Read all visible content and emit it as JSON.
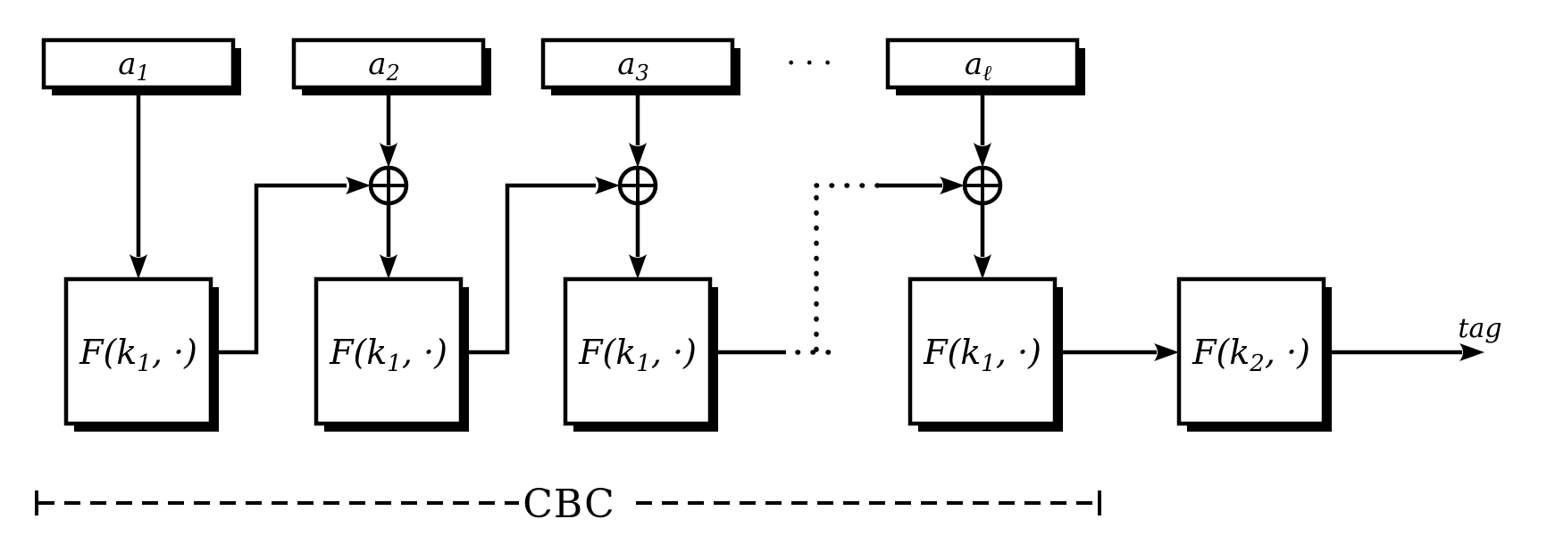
{
  "message_blocks": [
    {
      "base": "a",
      "sub": "1"
    },
    {
      "base": "a",
      "sub": "2"
    },
    {
      "base": "a",
      "sub": "3"
    },
    {
      "base": "a",
      "sub": "ℓ"
    }
  ],
  "f_blocks": [
    {
      "pre": "F(k",
      "sub": "1",
      "post": ", ·)"
    },
    {
      "pre": "F(k",
      "sub": "1",
      "post": ", ·)"
    },
    {
      "pre": "F(k",
      "sub": "1",
      "post": ", ·)"
    },
    {
      "pre": "F(k",
      "sub": "1",
      "post": ", ·)"
    },
    {
      "pre": "F(k",
      "sub": "2",
      "post": ", ·)"
    }
  ],
  "top_ellipsis": "···",
  "output_label": "tag",
  "bracket_label": "CBC",
  "colors": {
    "ink": "#000000",
    "paper": "#ffffff"
  }
}
